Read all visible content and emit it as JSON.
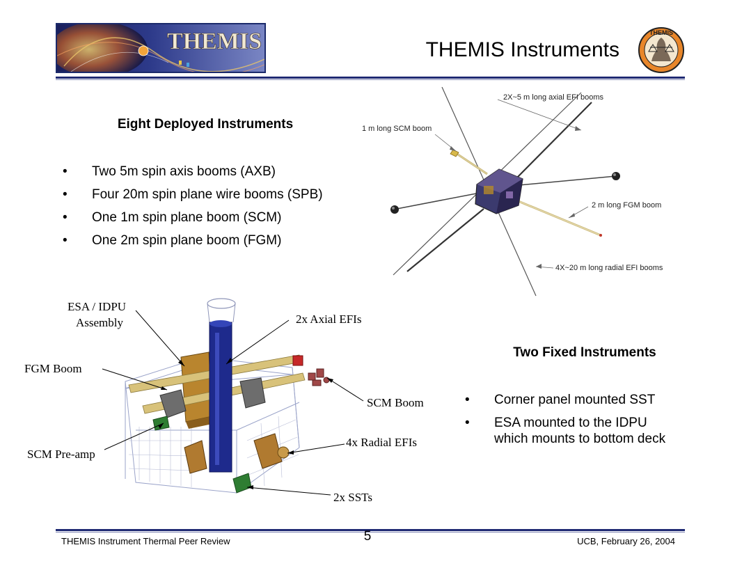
{
  "header": {
    "logo_text": "THEMIS",
    "title": "THEMIS Instruments",
    "seal_text": "THEMIS"
  },
  "left": {
    "heading": "Eight Deployed Instruments",
    "bullets": [
      "Two 5m spin axis booms (AXB)",
      "Four 20m spin plane wire booms (SPB)",
      "One 1m spin plane boom (SCM)",
      "One 2m spin plane boom (FGM)"
    ]
  },
  "right": {
    "heading": "Two Fixed Instruments",
    "bullets": [
      "Corner panel mounted SST",
      "ESA mounted to the IDPU which mounts to bottom deck"
    ]
  },
  "spacecraft_diagram": {
    "labels": {
      "axial_efi": "2X~5 m long axial EFI booms",
      "scm_boom": "1 m long SCM boom",
      "fgm_boom": "2 m long FGM boom",
      "radial_efi": "4X~20 m long radial EFI booms"
    }
  },
  "cad_diagram": {
    "labels": {
      "esa_idpu_1": "ESA / IDPU",
      "esa_idpu_2": "Assembly",
      "axial_efis": "2x Axial EFIs",
      "fgm_boom": "FGM Boom",
      "scm_boom": "SCM Boom",
      "scm_preamp": "SCM Pre-amp",
      "radial_efis": "4x Radial EFIs",
      "ssts": "2x SSTs"
    }
  },
  "footer": {
    "left": "THEMIS Instrument Thermal Peer Review",
    "page": "5",
    "right": "UCB, February 26, 2004"
  },
  "bullet_glyph": "•",
  "colors": {
    "rule": "#1f2a73",
    "column_blue": "#1e2a8c",
    "boom_gold": "#d8c27a",
    "seal_orange": "#e8862a"
  }
}
